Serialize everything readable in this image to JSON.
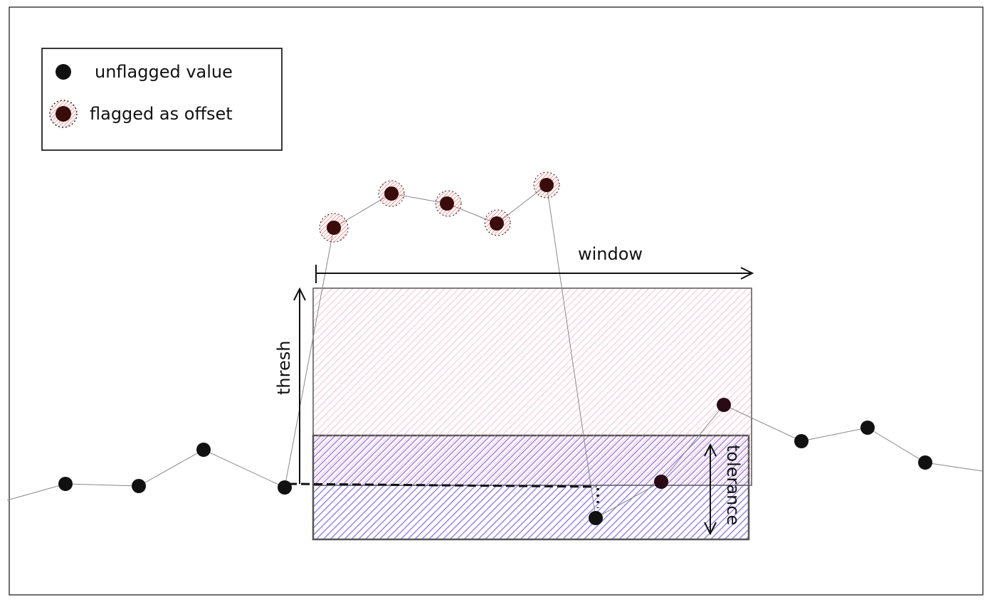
{
  "legend": {
    "unflagged_label": "unflagged value",
    "flagged_label": "flagged as offset"
  },
  "annotations": {
    "window": "window",
    "thresh": "thresh",
    "tolerance": "tolerance"
  },
  "colors": {
    "thresh_region": "#f4a0bd",
    "tolerance_region": "#8a70f0",
    "flag_halo": "#f06a6a",
    "point": "#111111"
  }
}
